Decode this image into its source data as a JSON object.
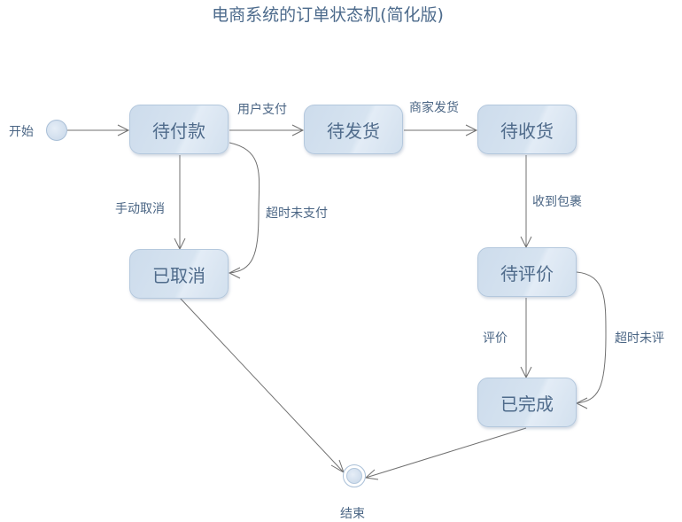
{
  "title": "电商系统的订单状态机(简化版)",
  "start_label": "开始",
  "end_label": "结束",
  "states": {
    "pending_payment": "待付款",
    "pending_shipment": "待发货",
    "pending_receipt": "待收货",
    "cancelled": "已取消",
    "pending_review": "待评价",
    "completed": "已完成"
  },
  "transitions": {
    "user_pay": "用户支付",
    "merchant_ship": "商家发货",
    "manual_cancel": "手动取消",
    "payment_timeout": "超时未支付",
    "package_received": "收到包裹",
    "review": "评价",
    "review_timeout": "超时未评"
  },
  "colors": {
    "state_fill": "#d2e0ee",
    "state_border": "#b4c8dd",
    "text": "#4a6584",
    "edge": "#707070"
  }
}
